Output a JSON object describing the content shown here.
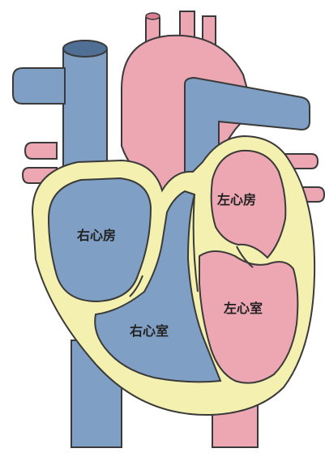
{
  "colors": {
    "background": "#ffffff",
    "blue": "#7f9fc4",
    "pink": "#eca7b2",
    "muscle": "#f4f0b0",
    "outline": "#3a3a3a"
  },
  "labels": {
    "right_atrium": "右心房",
    "left_atrium": "左心房",
    "right_ventricle": "右心室",
    "left_ventricle": "左心室"
  }
}
